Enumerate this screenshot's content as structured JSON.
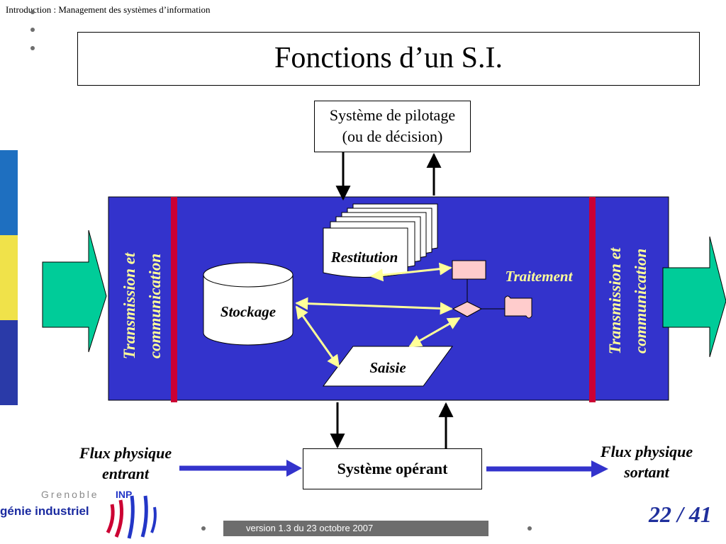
{
  "header": {
    "course": "Introduction : Management des systèmes d’information"
  },
  "slide": {
    "title": "Fonctions d’un S.I.",
    "page": "22 / 41",
    "version": "version 1.3 du 23 octobre 2007"
  },
  "logo": {
    "top": "Grenoble",
    "inp": "INP",
    "main": "génie industriel"
  },
  "diagram": {
    "pilotage_line1": "Système de pilotage",
    "pilotage_line2": "(ou de décision)",
    "operant": "Système opérant",
    "flux_entrant_line1": "Flux physique",
    "flux_entrant_line2": "entrant",
    "flux_sortant_line1": "Flux physique",
    "flux_sortant_line2": "sortant",
    "transmission_line1": "Transmission et",
    "transmission_line2": "communication",
    "restitution": "Restitution",
    "traitement": "Traitement",
    "stockage": "Stockage",
    "saisie": "Saisie"
  },
  "colors": {
    "panel": "#3333cc",
    "red_band": "#cc0033",
    "green_arrow": "#00cc99",
    "pink_shapes": "#ffcccc",
    "yellow_link": "#ffff99",
    "flow_arrow": "#3333cc",
    "sidebar_blue": "#1e6fc0",
    "sidebar_yellow": "#f0e24a",
    "sidebar_navy": "#2a3aa8"
  }
}
